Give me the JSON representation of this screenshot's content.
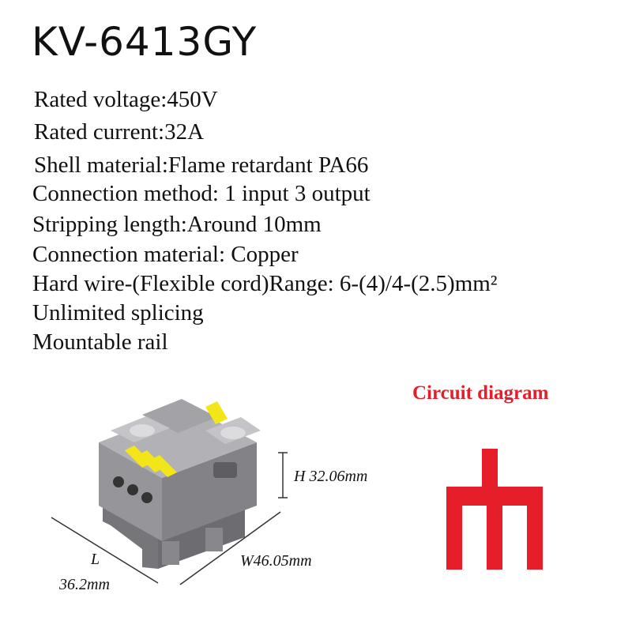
{
  "title": "KV-6413GY",
  "specs": [
    "Rated voltage:450V",
    "Rated current:32A",
    "Shell material:Flame retardant PA66",
    "Connection method: 1 input 3 output",
    "Stripping length:Around 10mm",
    "Connection material: Copper",
    "Hard wire-(Flexible cord)Range: 6-(4)/4-(2.5)mm²",
    "Unlimited splicing",
    "Mountable rail"
  ],
  "circuit": {
    "title": "Circuit diagram",
    "color": "#e51e2a"
  },
  "dimensions": {
    "height": "H 32.06mm",
    "width": "W46.05mm",
    "length_label": "L",
    "length_value": "36.2mm"
  },
  "colors": {
    "housing": "#8e8e92",
    "lever": "#f2e619"
  }
}
